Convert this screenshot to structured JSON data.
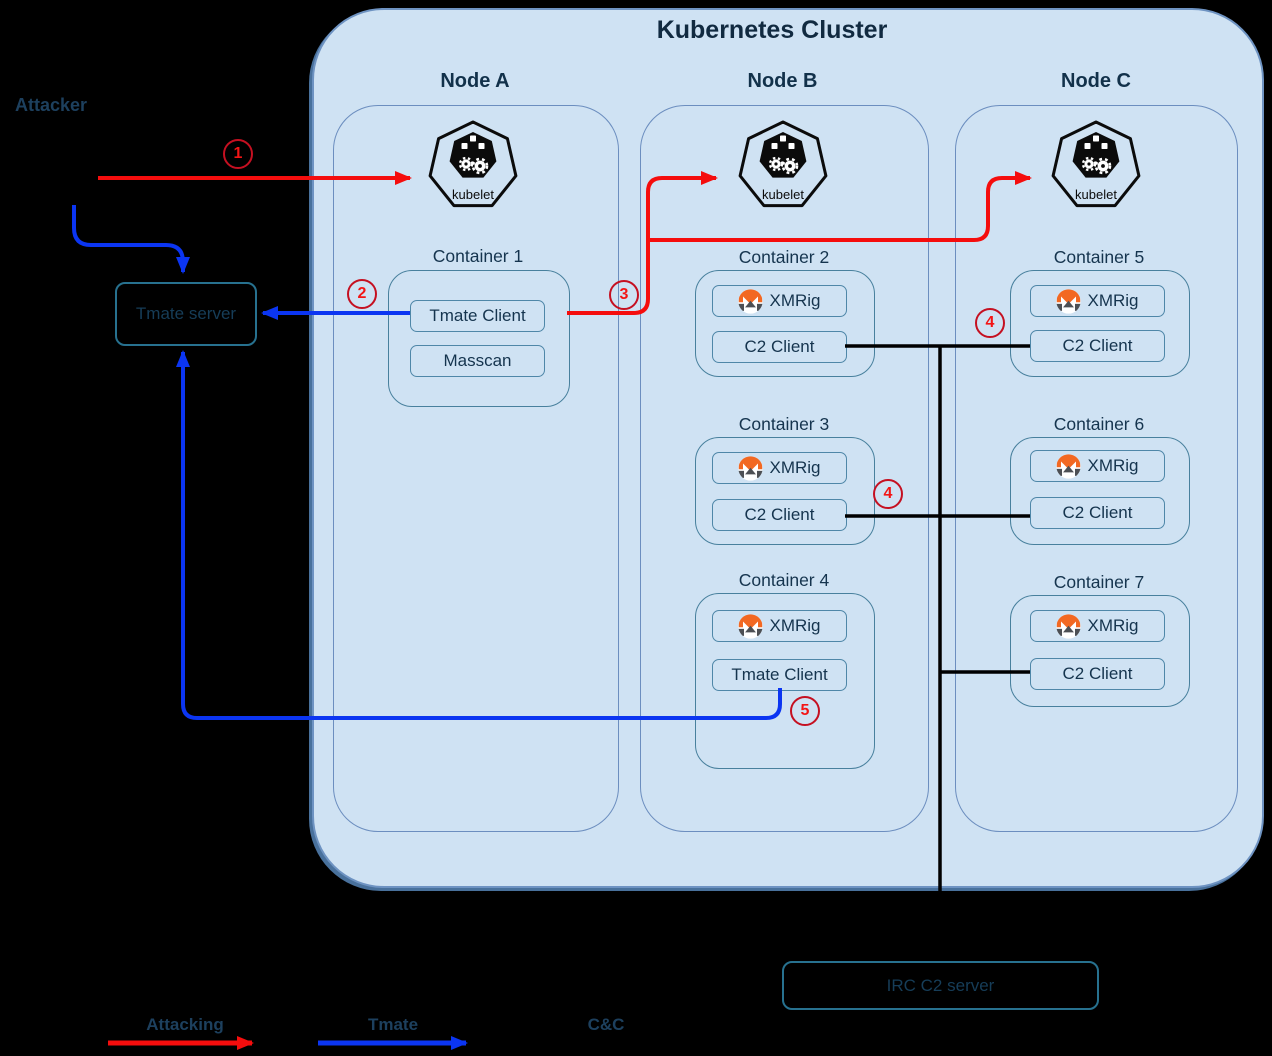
{
  "title": "Kubernetes Cluster",
  "kubelet_label": "kubelet",
  "external": {
    "attacker_label": "Attacker",
    "tmate_server_label": "Tmate server",
    "irc_server_label": "IRC C2 server"
  },
  "nodes": [
    {
      "name": "Node A",
      "containers": [
        {
          "label": "Container 1",
          "items": [
            {
              "name": "Tmate Client"
            },
            {
              "name": "Masscan"
            }
          ]
        }
      ]
    },
    {
      "name": "Node B",
      "containers": [
        {
          "label": "Container 2",
          "items": [
            {
              "name": "XMRig"
            },
            {
              "name": "C2 Client"
            }
          ]
        },
        {
          "label": "Container 3",
          "items": [
            {
              "name": "XMRig"
            },
            {
              "name": "C2 Client"
            }
          ]
        },
        {
          "label": "Container 4",
          "items": [
            {
              "name": "XMRig"
            },
            {
              "name": "Tmate Client"
            }
          ]
        }
      ]
    },
    {
      "name": "Node C",
      "containers": [
        {
          "label": "Container 5",
          "items": [
            {
              "name": "XMRig"
            },
            {
              "name": "C2 Client"
            }
          ]
        },
        {
          "label": "Container 6",
          "items": [
            {
              "name": "XMRig"
            },
            {
              "name": "C2 Client"
            }
          ]
        },
        {
          "label": "Container 7",
          "items": [
            {
              "name": "XMRig"
            },
            {
              "name": "C2 Client"
            }
          ]
        }
      ]
    }
  ],
  "step_markers": [
    {
      "n": "1"
    },
    {
      "n": "2"
    },
    {
      "n": "3"
    },
    {
      "n": "4"
    },
    {
      "n": "4"
    },
    {
      "n": "5"
    }
  ],
  "legend": [
    {
      "label": "Attacking",
      "color": "#f50d0d"
    },
    {
      "label": "Tmate",
      "color": "#0b35f2"
    },
    {
      "label": "C&C",
      "color": "#000000"
    }
  ],
  "colors": {
    "attacking": "#f50d0d",
    "tmate": "#0b35f2",
    "cnc": "#000000",
    "cluster_fill": "#cfe2f3",
    "node_border": "#6c8ebf",
    "container_border": "#48809d",
    "server_border": "#27718f",
    "text_dark": "#15344e",
    "monero_orange": "#f26822",
    "step_red": "#e01212"
  }
}
